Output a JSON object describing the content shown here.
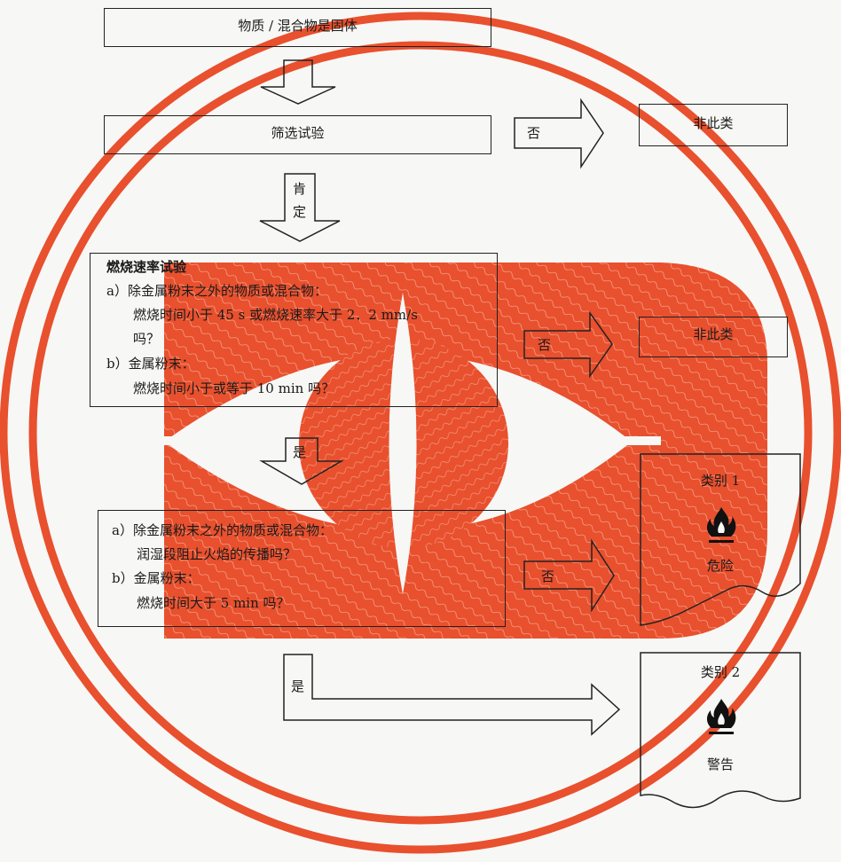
{
  "start": "物质 / 混合物是固体",
  "screening": "筛选试验",
  "no1": "否",
  "not_class_1": "非此类",
  "yes1_a": "肯",
  "yes1_b": "定",
  "burn_test": {
    "title": "燃烧速率试验",
    "a_label": "a）除金属粉末之外的物质或混合物：",
    "a_line1": "燃烧时间小于 45  s 或燃烧速率大于 2．2  mm/s",
    "a_line2": "吗？",
    "b_label": "b）金属粉末：",
    "b_line1": "燃烧时间小于或等于 10  min 吗？"
  },
  "no2": "否",
  "not_class_2": "非此类",
  "yes2": "是",
  "second_test": {
    "a_label": "a）除金属粉末之外的物质或混合物：",
    "a_line1": "润湿段阻止火焰的传播吗？",
    "b_label": "b）金属粉末：",
    "b_line1": "燃烧时间大于 5  min 吗？"
  },
  "no3": "否",
  "cat1": {
    "title": "类别 1",
    "signal": "危险",
    "icon": "flame-pictogram"
  },
  "yes3": "是",
  "cat2": {
    "title": "类别 2",
    "signal": "警告",
    "icon": "flame-pictogram"
  },
  "colors": {
    "watermark": "#e8502e",
    "line": "#222222"
  }
}
